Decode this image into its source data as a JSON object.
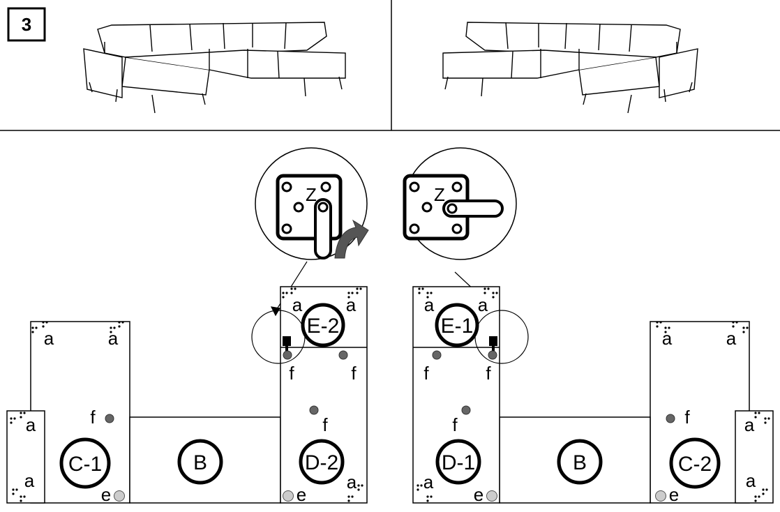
{
  "step_number": "3",
  "colors": {
    "line": "#000000",
    "dot_dark": "#666666",
    "dot_light": "#cccccc",
    "arrow": "#555555"
  },
  "detail_left": {
    "label": "Z",
    "icon": "bracket-rotate-icon"
  },
  "detail_right": {
    "label": "Z",
    "icon": "bracket-locked-icon"
  },
  "left_layout": {
    "modules": {
      "c": "C-1",
      "b": "B",
      "d": "D-2",
      "e": "E-2"
    },
    "labels": {
      "a": "a",
      "f": "f",
      "e": "e"
    }
  },
  "right_layout": {
    "modules": {
      "c": "C-2",
      "b": "B",
      "d": "D-1",
      "e": "E-1"
    },
    "labels": {
      "a": "a",
      "f": "f",
      "e": "e"
    }
  }
}
